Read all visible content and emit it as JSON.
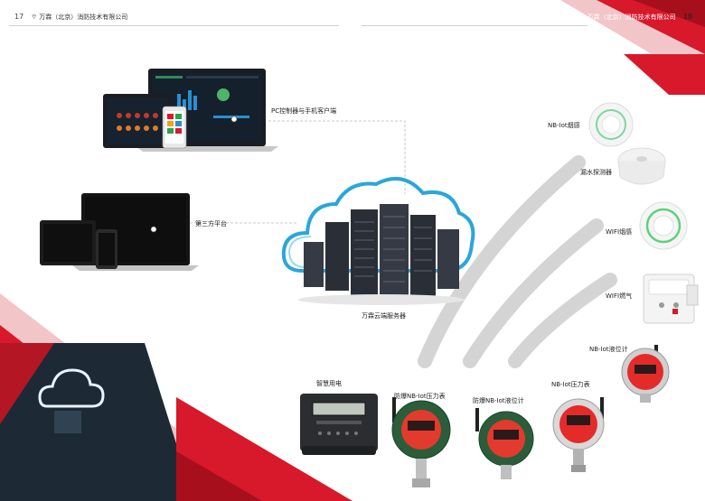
{
  "header": {
    "left_page_number": "17",
    "right_page_number": "18",
    "company_name_left": "万霖（北京）消防技术有限公司",
    "company_name_right": "万霖（北京）消防技术有限公司"
  },
  "labels": {
    "pc_client": "PC控制器与手机客户端",
    "third_party": "第三方平台",
    "cloud_server": "万霖云端服务器",
    "nb_smoke": "NB-Iot烟感",
    "water_leak": "漏水探测器",
    "wifi_smoke": "WIFI烟感",
    "wifi_gas": "WIFI燃气",
    "nb_level_right": "NB-Iot液位计",
    "nb_pressure": "NB-Iot压力表",
    "smart_power": "智慧用电",
    "ex_pressure": "防爆NB-Iot压力表",
    "ex_level": "防爆NB-Iot液位计"
  },
  "colors": {
    "accent_red": "#d7192b",
    "dark_red": "#a80f1c",
    "pale_red": "#f2c5c8",
    "wave_grey": "#d4d4d4",
    "server_dark": "#2a2e36",
    "cloud_blue": "#2aa6d9"
  },
  "icons": [
    "wifi-logo-icon",
    "cloud-icon"
  ]
}
